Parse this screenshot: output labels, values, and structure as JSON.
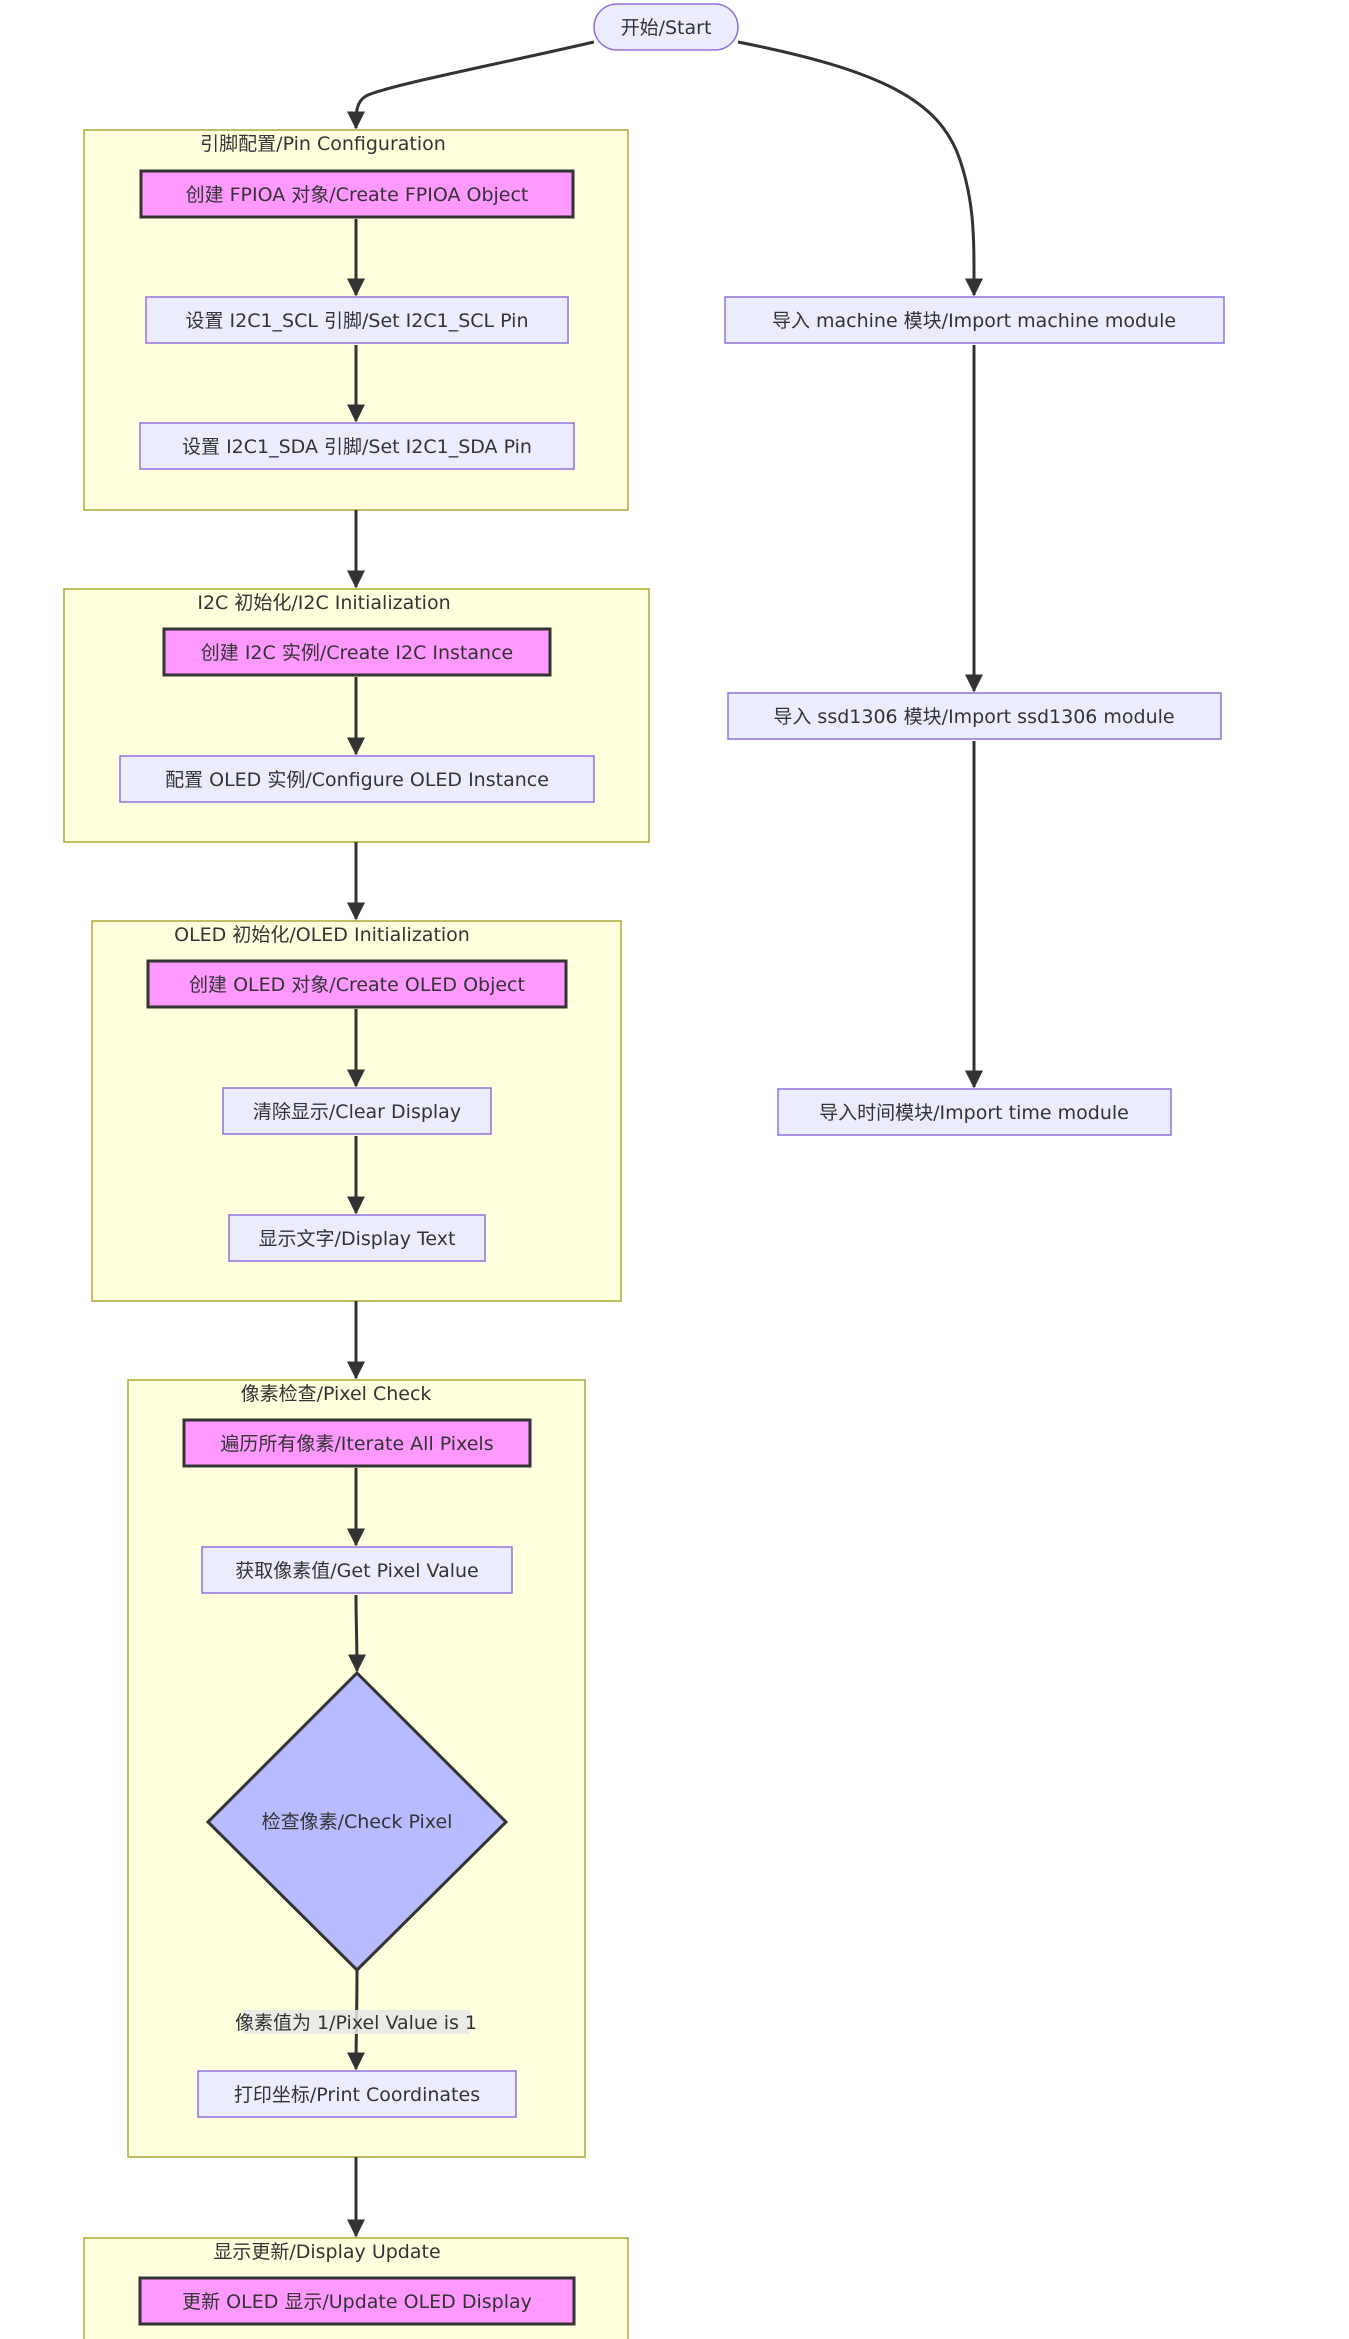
{
  "start": {
    "label": "开始/Start"
  },
  "groups": {
    "pin": {
      "title": "引脚配置/Pin Configuration"
    },
    "i2c": {
      "title": "I2C 初始化/I2C Initialization"
    },
    "oled": {
      "title": "OLED 初始化/OLED Initialization"
    },
    "pixel": {
      "title": "像素检查/Pixel Check"
    },
    "disp": {
      "title": "显示更新/Display Update"
    }
  },
  "nodes": {
    "create_fpioa": {
      "label": "创建 FPIOA 对象/Create FPIOA Object"
    },
    "set_scl": {
      "label": "设置 I2C1_SCL 引脚/Set I2C1_SCL Pin"
    },
    "set_sda": {
      "label": "设置 I2C1_SDA 引脚/Set I2C1_SDA Pin"
    },
    "create_i2c": {
      "label": "创建 I2C 实例/Create I2C Instance"
    },
    "config_oled": {
      "label": "配置 OLED 实例/Configure OLED Instance"
    },
    "create_oled": {
      "label": "创建 OLED 对象/Create OLED Object"
    },
    "clear_display": {
      "label": "清除显示/Clear Display"
    },
    "display_text": {
      "label": "显示文字/Display Text"
    },
    "iterate_pixels": {
      "label": "遍历所有像素/Iterate All Pixels"
    },
    "get_pixel": {
      "label": "获取像素值/Get Pixel Value"
    },
    "check_pixel": {
      "label": "检查像素/Check Pixel"
    },
    "print_coords": {
      "label": "打印坐标/Print Coordinates"
    },
    "update_oled": {
      "label": "更新 OLED 显示/Update OLED Display"
    },
    "import_machine": {
      "label": "导入 machine 模块/Import machine module"
    },
    "import_ssd1306": {
      "label": "导入 ssd1306 模块/Import ssd1306 module"
    },
    "import_time": {
      "label": "导入时间模块/Import time module"
    }
  },
  "edges": {
    "pixel_is_one": {
      "label": "像素值为 1/Pixel Value is 1"
    }
  },
  "colors": {
    "group_fill": "#ffffde",
    "group_stroke": "#aaaa33",
    "node_fill": "#ececff",
    "node_stroke": "#9370db",
    "highlight_fill": "#ff99ff",
    "decision_fill": "#b8bbff",
    "edge": "#333333"
  }
}
